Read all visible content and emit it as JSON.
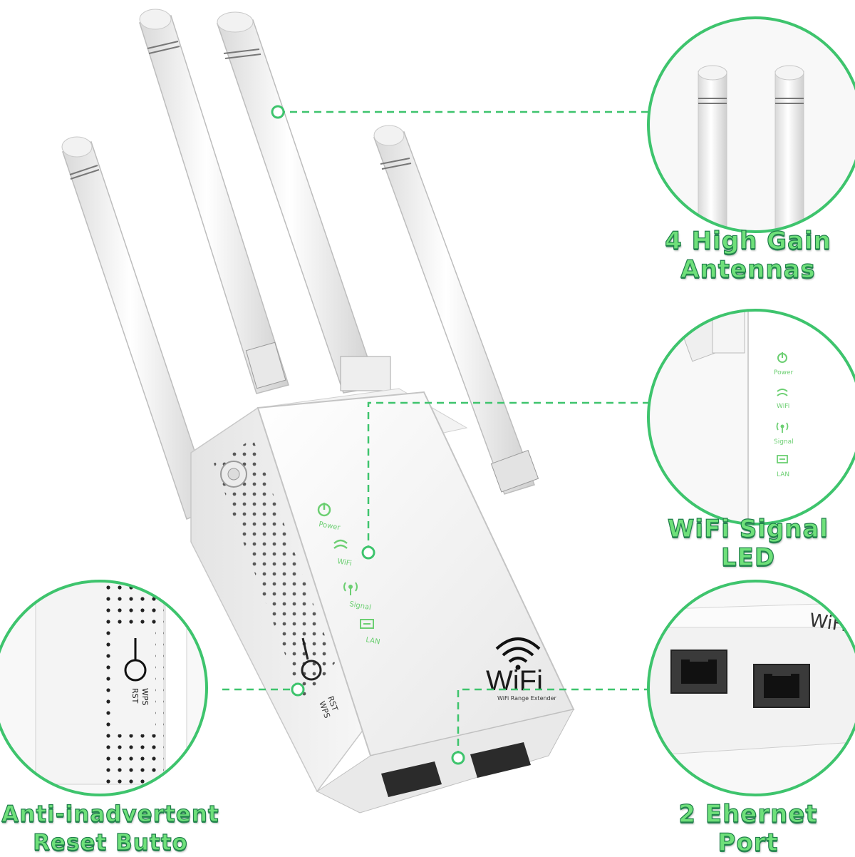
{
  "colors": {
    "accent_green": "#3ec46d",
    "label_fill": "#6fe07a",
    "label_outline": "#1f7f4a",
    "device_white": "#f5f5f5",
    "led_green": "#6ccf72"
  },
  "callouts": {
    "antennas": {
      "line1": "4 High Gain",
      "line2": "Antennas"
    },
    "led": {
      "line1": "WiFi Signal",
      "line2": "LED"
    },
    "reset": {
      "line1": "Anti-inadvertent",
      "line2": "Reset Butto"
    },
    "ethernet": {
      "line1": "2 Ehernet",
      "line2": "Port"
    }
  },
  "device": {
    "brand": "WiFi",
    "sublabel": "WiFi Range Extender",
    "leds": [
      "Power",
      "WiFi",
      "Signal",
      "LAN"
    ],
    "side_label_top": "WPS",
    "side_label_bottom": "RST"
  },
  "icons": [
    "power-icon",
    "wifi-icon",
    "signal-icon",
    "lan-icon",
    "wifi-logo-icon",
    "reset-button-icon",
    "ethernet-port-icon"
  ]
}
